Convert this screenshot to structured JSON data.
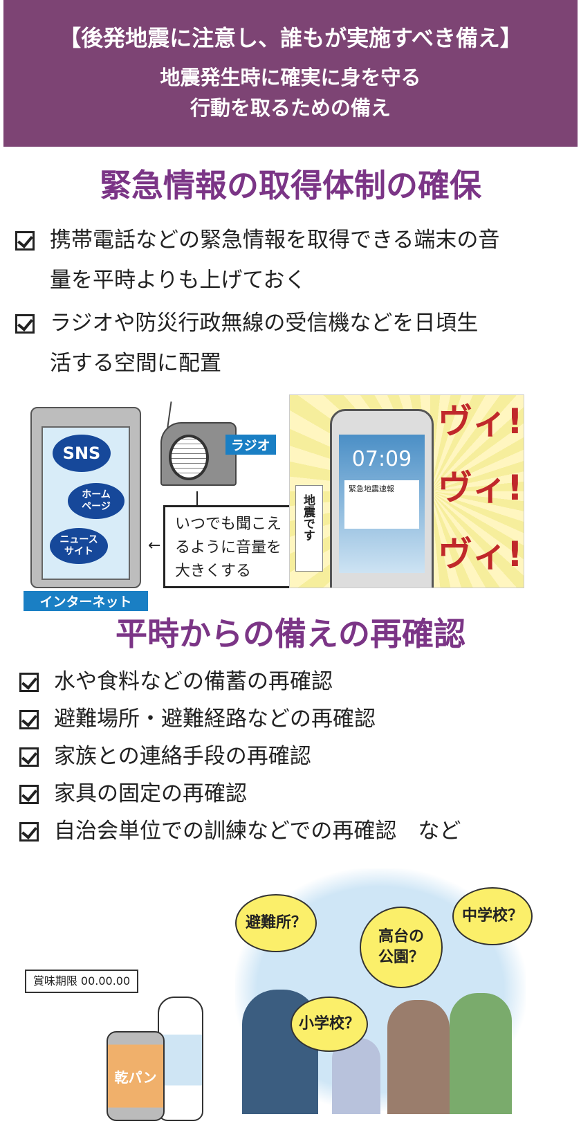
{
  "header": {
    "title": "【後発地震に注意し、誰もが実施すべき備え】",
    "subtitle_line1": "地震発生時に確実に身を守る",
    "subtitle_line2": "行動を取るための備え"
  },
  "section1": {
    "title": "緊急情報の取得体制の確保",
    "items": [
      {
        "line1": "携帯電話などの緊急情報を取得できる端末の音",
        "line2": "量を平時よりも上げておく"
      },
      {
        "line1": "ラジオや防災行政無線の受信機などを日頃生",
        "line2": "活する空間に配置"
      }
    ]
  },
  "illustration1": {
    "sns": "SNS",
    "homepage_1": "ホーム",
    "homepage_2": "ページ",
    "news_1": "ニュース",
    "news_2": "サイト",
    "internet_tag": "インターネット",
    "radio_tag": "ラジオ",
    "callout_1": "いつでも聞こえ",
    "callout_2": "るように音量を",
    "callout_3": "大きくする",
    "phone_time": "07:09",
    "alert_title": "緊急地震速報",
    "manga_caption": "地震です",
    "sfx": "ヴィ!"
  },
  "section2": {
    "title": "平時からの備えの再確認",
    "items": [
      "水や食料などの備蓄の再確認",
      "避難場所・避難経路などの再確認",
      "家族との連絡手段の再確認",
      "家具の固定の再確認",
      "自治会単位での訓練などでの再確認　など"
    ]
  },
  "illustration2": {
    "expiry_label": "賞味期限 00.00.00",
    "can_label": "乾パン",
    "bubbles": [
      "避難所？",
      "高台の公園？",
      "小学校？",
      "中学校？"
    ]
  },
  "colors": {
    "header_bg": "#7d4474",
    "section_title": "#7b3586",
    "tag_blue": "#1a7fc4"
  }
}
